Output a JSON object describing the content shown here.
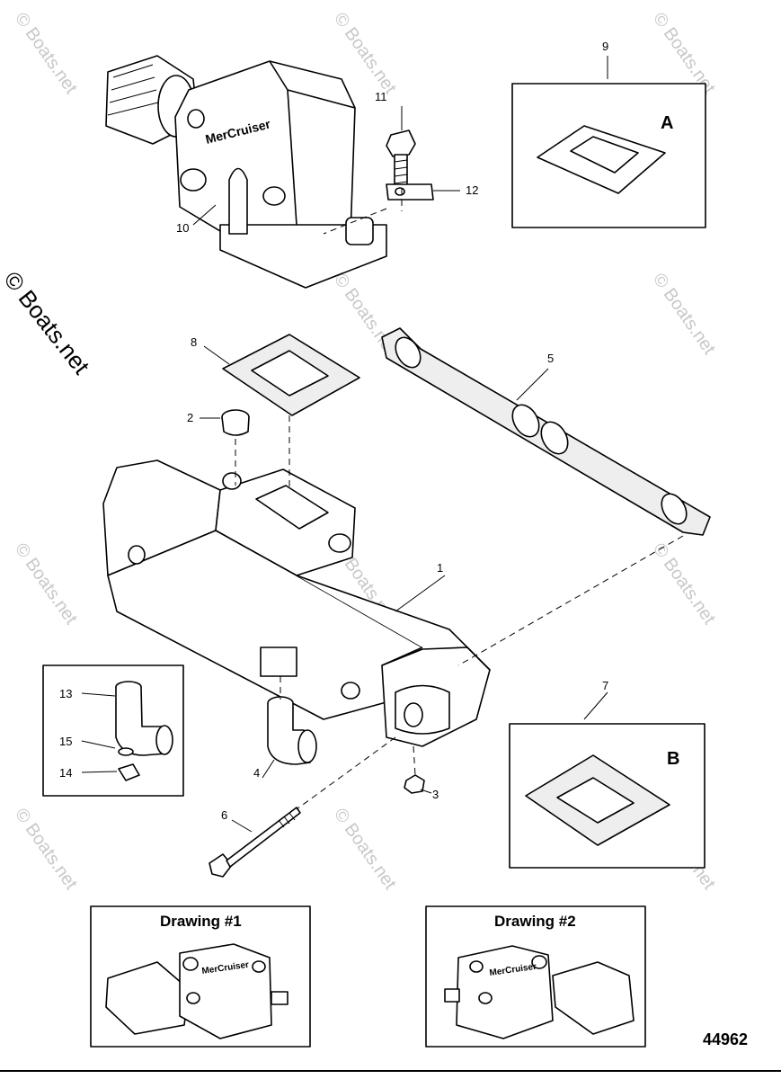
{
  "watermark": {
    "text": "© Boats.net",
    "large_text": "© Boats.net"
  },
  "callouts": {
    "c1": "1",
    "c2": "2",
    "c3": "3",
    "c4": "4",
    "c5": "5",
    "c6": "6",
    "c7": "7",
    "c8": "8",
    "c9": "9",
    "c10": "10",
    "c11": "11",
    "c12": "12",
    "c13": "13",
    "c14": "14",
    "c15": "15"
  },
  "insets": {
    "a_label": "A",
    "b_label": "B"
  },
  "drawings": {
    "d1_title": "Drawing #1",
    "d2_title": "Drawing #2",
    "logo_text": "MerCruiser"
  },
  "document": {
    "id": "44962"
  }
}
